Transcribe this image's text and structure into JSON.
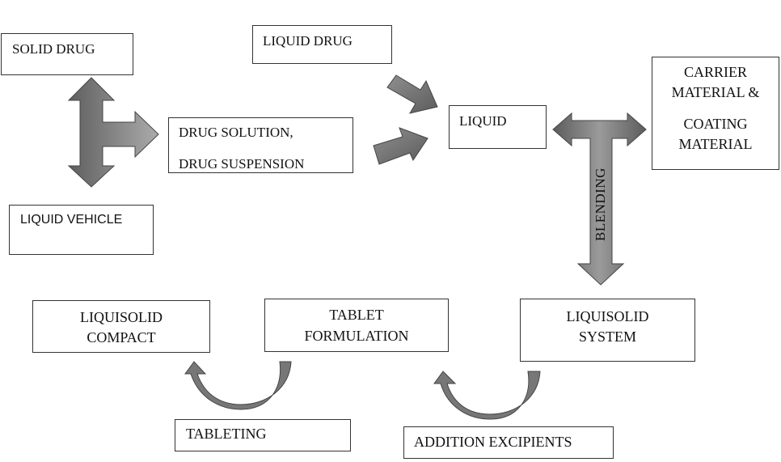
{
  "colors": {
    "arrow_dark": "#6b6b6b",
    "arrow_light": "#a6a6a6",
    "stroke": "#444444",
    "box_border": "#333333"
  },
  "nodes": {
    "solid_drug": {
      "lines": [
        "SOLID DRUG"
      ]
    },
    "liquid_vehicle": {
      "lines": [
        "LIQUID VEHICLE"
      ]
    },
    "liquid_drug": {
      "lines": [
        "LIQUID DRUG"
      ]
    },
    "drug_solution": {
      "lines": [
        "DRUG SOLUTION,",
        "DRUG SUSPENSION"
      ]
    },
    "liquid": {
      "lines": [
        "LIQUID"
      ]
    },
    "carrier": {
      "lines": [
        "CARRIER",
        "MATERIAL &",
        "COATING",
        "MATERIAL"
      ]
    },
    "liquisolid_system": {
      "lines": [
        "LIQUISOLID",
        "SYSTEM"
      ]
    },
    "tablet_formulation": {
      "lines": [
        "TABLET",
        "FORMULATION"
      ]
    },
    "liquisolid_compact": {
      "lines": [
        "LIQUISOLID",
        "COMPACT"
      ]
    },
    "tableting": {
      "lines": [
        "TABLETING"
      ]
    },
    "addition_excipients": {
      "lines": [
        "ADDITION EXCIPIENTS"
      ]
    }
  },
  "arrow_labels": {
    "blending": "BLENDING"
  },
  "arrows": [
    {
      "name": "solid-vehicle-to-solution-arrow",
      "from": [
        "SOLID DRUG",
        "LIQUID VEHICLE"
      ],
      "to": "DRUG SOLUTION, DRUG SUSPENSION"
    },
    {
      "name": "liquid-drug-to-liquid-arrow",
      "from": "LIQUID DRUG",
      "to": "LIQUID"
    },
    {
      "name": "solution-to-liquid-arrow",
      "from": "DRUG SOLUTION, DRUG SUSPENSION",
      "to": "LIQUID"
    },
    {
      "name": "liquid-carrier-blending-arrow",
      "from": [
        "LIQUID",
        "CARRIER MATERIAL & COATING MATERIAL"
      ],
      "to": "LIQUISOLID SYSTEM",
      "label": "BLENDING"
    },
    {
      "name": "system-to-formulation-arrow",
      "from": "LIQUISOLID SYSTEM",
      "to": "TABLET FORMULATION",
      "label": "ADDITION EXCIPIENTS"
    },
    {
      "name": "formulation-to-compact-arrow",
      "from": "TABLET FORMULATION",
      "to": "LIQUISOLID COMPACT",
      "label": "TABLETING"
    }
  ]
}
